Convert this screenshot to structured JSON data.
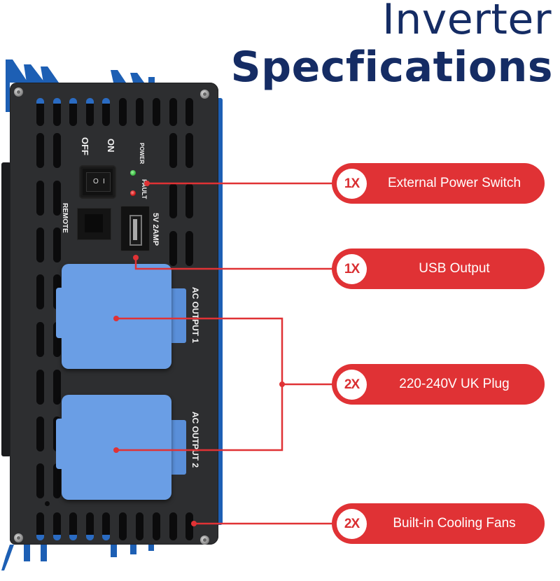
{
  "header": {
    "title_line1": "Inverter",
    "title_line2": "Specfications",
    "color": "#152c64"
  },
  "device": {
    "switch_labels": {
      "off": "OFF",
      "on": "ON"
    },
    "led_labels": {
      "power": "POWER",
      "fault": "FAULT"
    },
    "remote_label": "REMOTE",
    "usb_label": "5V 2AMP",
    "outlets": [
      {
        "label": "AC OUTPUT 1"
      },
      {
        "label": "AC OUTPUT 2"
      }
    ],
    "rocker_symbols": {
      "off": "O",
      "on": "I"
    },
    "colors": {
      "panel": "#2d2e30",
      "heatsink": "#1d5fb4",
      "outlet": "#6a9ee5",
      "led_power": "#3dbb45",
      "led_fault": "#d01818"
    }
  },
  "callouts": [
    {
      "qty": "1X",
      "label": "External Power Switch"
    },
    {
      "qty": "1X",
      "label": "USB Output"
    },
    {
      "qty": "2X",
      "label": "220-240V UK Plug"
    },
    {
      "qty": "2X",
      "label": "Built-in Cooling Fans"
    }
  ],
  "accent_color": "#e03235"
}
